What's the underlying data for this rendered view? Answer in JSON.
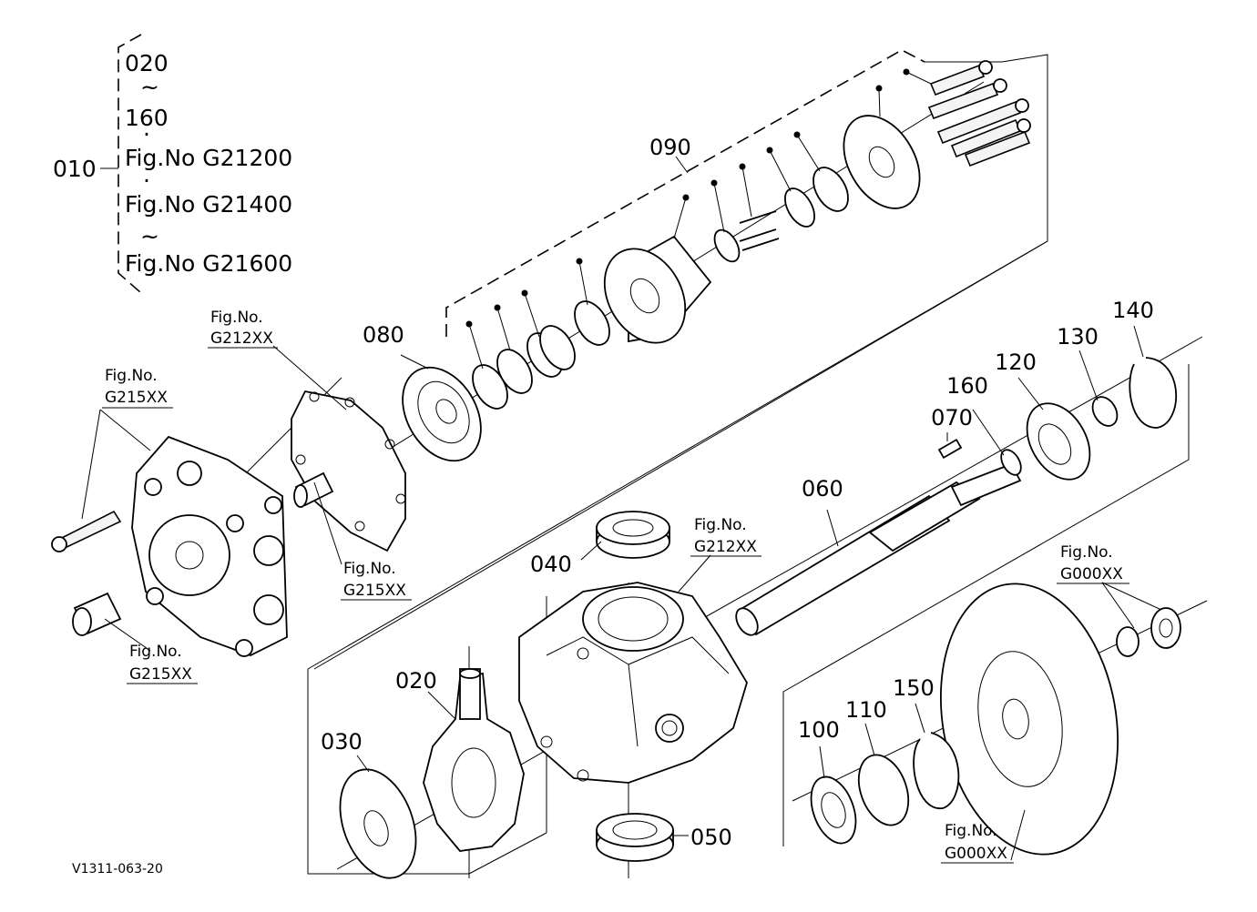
{
  "legend": {
    "group": "010",
    "range_start": "020",
    "tilde": "~",
    "range_end": "160",
    "dot": "·",
    "fig_a": "Fig.No  G21200",
    "fig_b": "Fig.No  G21400",
    "fig_c": "Fig.No  G21600"
  },
  "parts": {
    "p020": "020",
    "p030": "030",
    "p040": "040",
    "p050": "050",
    "p060": "060",
    "p070": "070",
    "p080": "080",
    "p090": "090",
    "p100": "100",
    "p110": "110",
    "p120": "120",
    "p130": "130",
    "p140": "140",
    "p150": "150",
    "p160": "160"
  },
  "refs": {
    "fig_no": "Fig.No.",
    "g212xx": "G212XX",
    "g215xx": "G215XX",
    "g000xx": "G000XX"
  },
  "drawing_code": "V1311-063-20"
}
